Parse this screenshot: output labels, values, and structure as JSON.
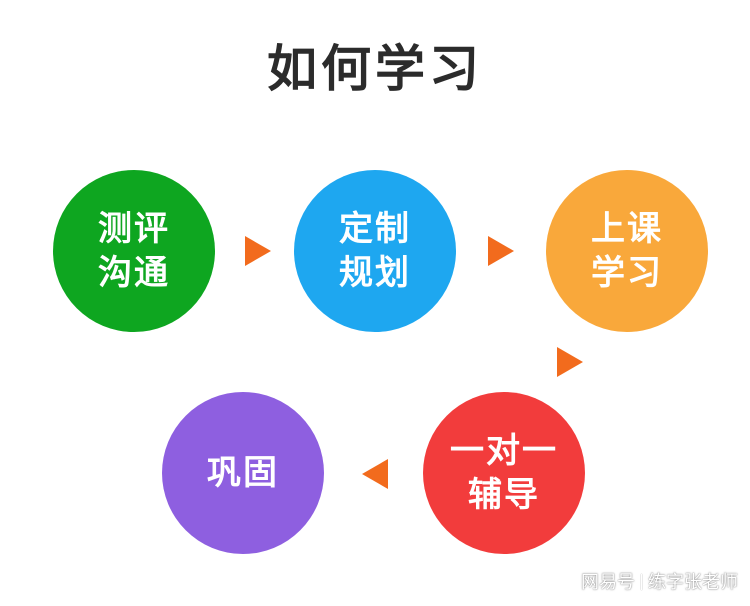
{
  "title": "如何学习",
  "steps": [
    {
      "line1": "测评",
      "line2": "沟通",
      "color": "#0ea620"
    },
    {
      "line1": "定制",
      "line2": "规划",
      "color": "#1ea7f0"
    },
    {
      "line1": "上课",
      "line2": "学习",
      "color": "#f9a83b"
    },
    {
      "line1": "一对一",
      "line2": "辅导",
      "color": "#f23c3c"
    },
    {
      "line1": "巩固",
      "line2": "",
      "color": "#8e5fe0"
    }
  ],
  "arrow_color": "#f26b1d",
  "watermark": {
    "source": "网易号",
    "author": "练字张老师"
  }
}
